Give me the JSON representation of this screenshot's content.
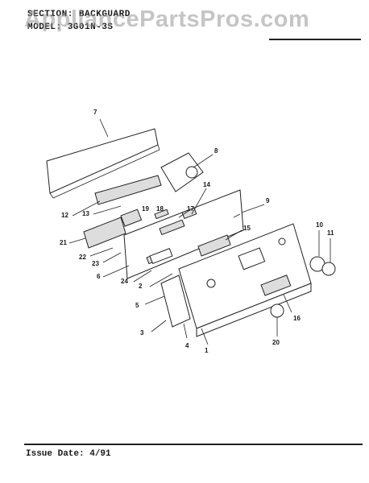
{
  "header": {
    "section_line": "SECTION: BACKGUARD",
    "model_line": "MODEL: 3G01N-3S"
  },
  "watermark": "AppliancePartsPros.com",
  "footer": {
    "issue_date": "Issue Date: 4/91"
  },
  "callouts": [
    "7",
    "8",
    "9",
    "10",
    "11",
    "12",
    "13",
    "14",
    "15",
    "16",
    "17",
    "18",
    "19",
    "20",
    "21",
    "22",
    "23",
    "24",
    "1",
    "2",
    "3",
    "4",
    "5",
    "6"
  ]
}
